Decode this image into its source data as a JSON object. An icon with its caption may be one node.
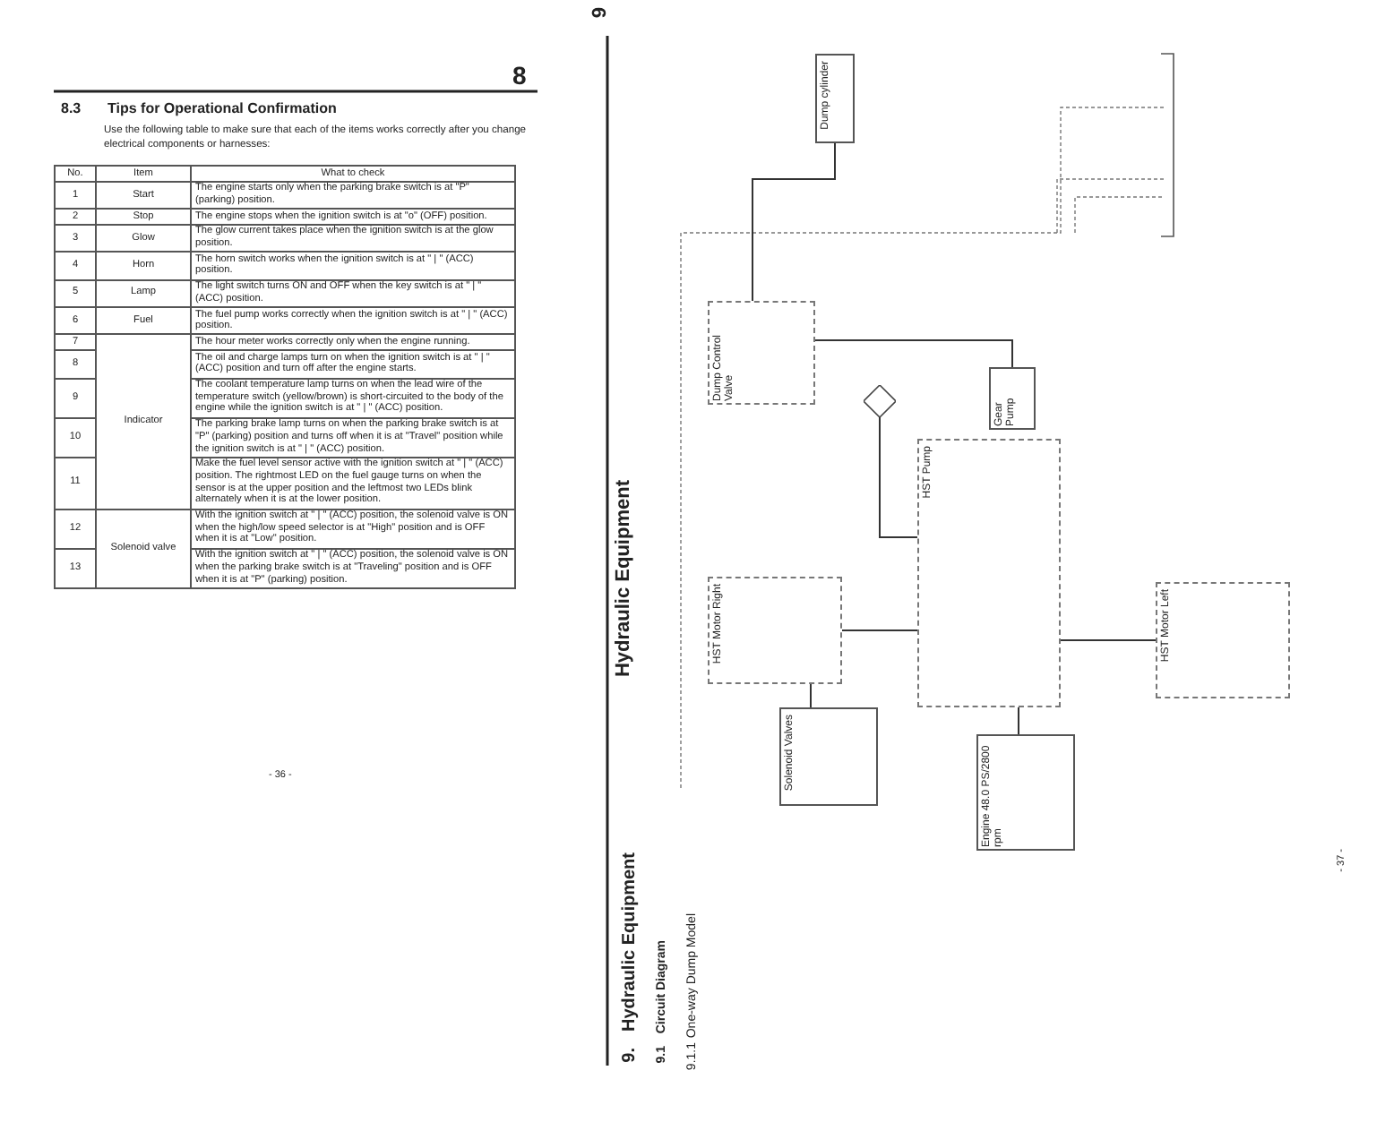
{
  "diagram": {
    "title": "Tips for Operational Confirmation",
    "nodes": [
      {
        "text": [
          "Dump cylinder"
        ]
      },
      {
        "text": [
          "Dump Control Valve"
        ]
      },
      {
        "text": [],
        "shape": "diamond"
      },
      {
        "text": [
          "Gear Pump"
        ]
      },
      {
        "text": [
          "HST Pump"
        ]
      },
      {
        "text": [
          "HST Motor Right"
        ]
      },
      {
        "text": [
          "Solenoid Valves"
        ]
      },
      {
        "text": [
          "Engine 48.0 PS/2800 rpm"
        ]
      },
      {
        "text": [
          "HST Motor Left"
        ]
      }
    ],
    "edges": [
      {
        "from": 1,
        "to": 0,
        "arrow": "none"
      },
      {
        "from": 1,
        "to": 3,
        "arrow": "none"
      },
      {
        "from": 2,
        "to": 4,
        "arrow": "none"
      },
      {
        "from": 4,
        "to": 5,
        "arrow": "none"
      },
      {
        "from": 4,
        "to": 8,
        "arrow": "none"
      },
      {
        "from": 6,
        "to": 5,
        "arrow": "none"
      },
      {
        "from": 7,
        "to": 4,
        "arrow": "none"
      }
    ],
    "labels": [
      "8",
      "8.3",
      "Use the following table to make sure that each of the items works correctly after you change electrical components or harnesses:",
      "No.",
      "Item",
      "What to check",
      "1",
      "Start",
      "The engine starts only when the parking brake switch is at \"P\" (parking) position.",
      "2",
      "Stop",
      "The engine stops when the ignition switch is at \"o\" (OFF) position.",
      "3",
      "Glow",
      "The glow current takes place when the ignition switch is at the glow position.",
      "4",
      "Horn",
      "The horn switch works when the ignition switch is at \" | \" (ACC) position.",
      "5",
      "Lamp",
      "The light switch turns ON and OFF when the key switch is at \" | \" (ACC) position.",
      "6",
      "Fuel",
      "The fuel pump works correctly when the ignition switch is at \" | \" (ACC) position.",
      "7",
      "Indicator",
      "The hour meter works correctly only when the engine running.",
      "8",
      "The oil and charge lamps turn on when the ignition switch is at \" | \" (ACC) position and turn off after the engine starts.",
      "9",
      "The coolant temperature lamp turns on when the lead wire of the temperature switch (yellow/brown) is short-circuited to the body of the engine while the ignition switch is at \" | \" (ACC) position.",
      "10",
      "The parking brake lamp turns on when the parking brake switch is at \"P\" (parking) position and turns off when it is at \"Travel\" position while the ignition switch is at \" | \" (ACC) position.",
      "11",
      "Make the fuel level sensor active with the ignition switch at \" | \" (ACC) position. The rightmost LED on the fuel gauge turns on when the sensor is at the upper position and the leftmost two LEDs blink alternately when it is at the lower position.",
      "12",
      "Solenoid valve",
      "With the ignition switch at \" | \" (ACC) position, the solenoid valve is ON when the high/low speed selector is at \"High\" position and is OFF when it is at \"Low\" position.",
      "13",
      "With the ignition switch at \" | \" (ACC) position, the solenoid valve is ON when the parking brake switch is at \"Traveling\" position and is OFF when it is at \"P\" (parking) position.",
      "- 36 -",
      "9",
      "Hydraulic Equipment",
      "9.",
      "Hydraulic Equipment",
      "9.1",
      "Circuit Diagram",
      "9.1.1",
      "One-way Dump Model",
      "- 37 -"
    ]
  }
}
